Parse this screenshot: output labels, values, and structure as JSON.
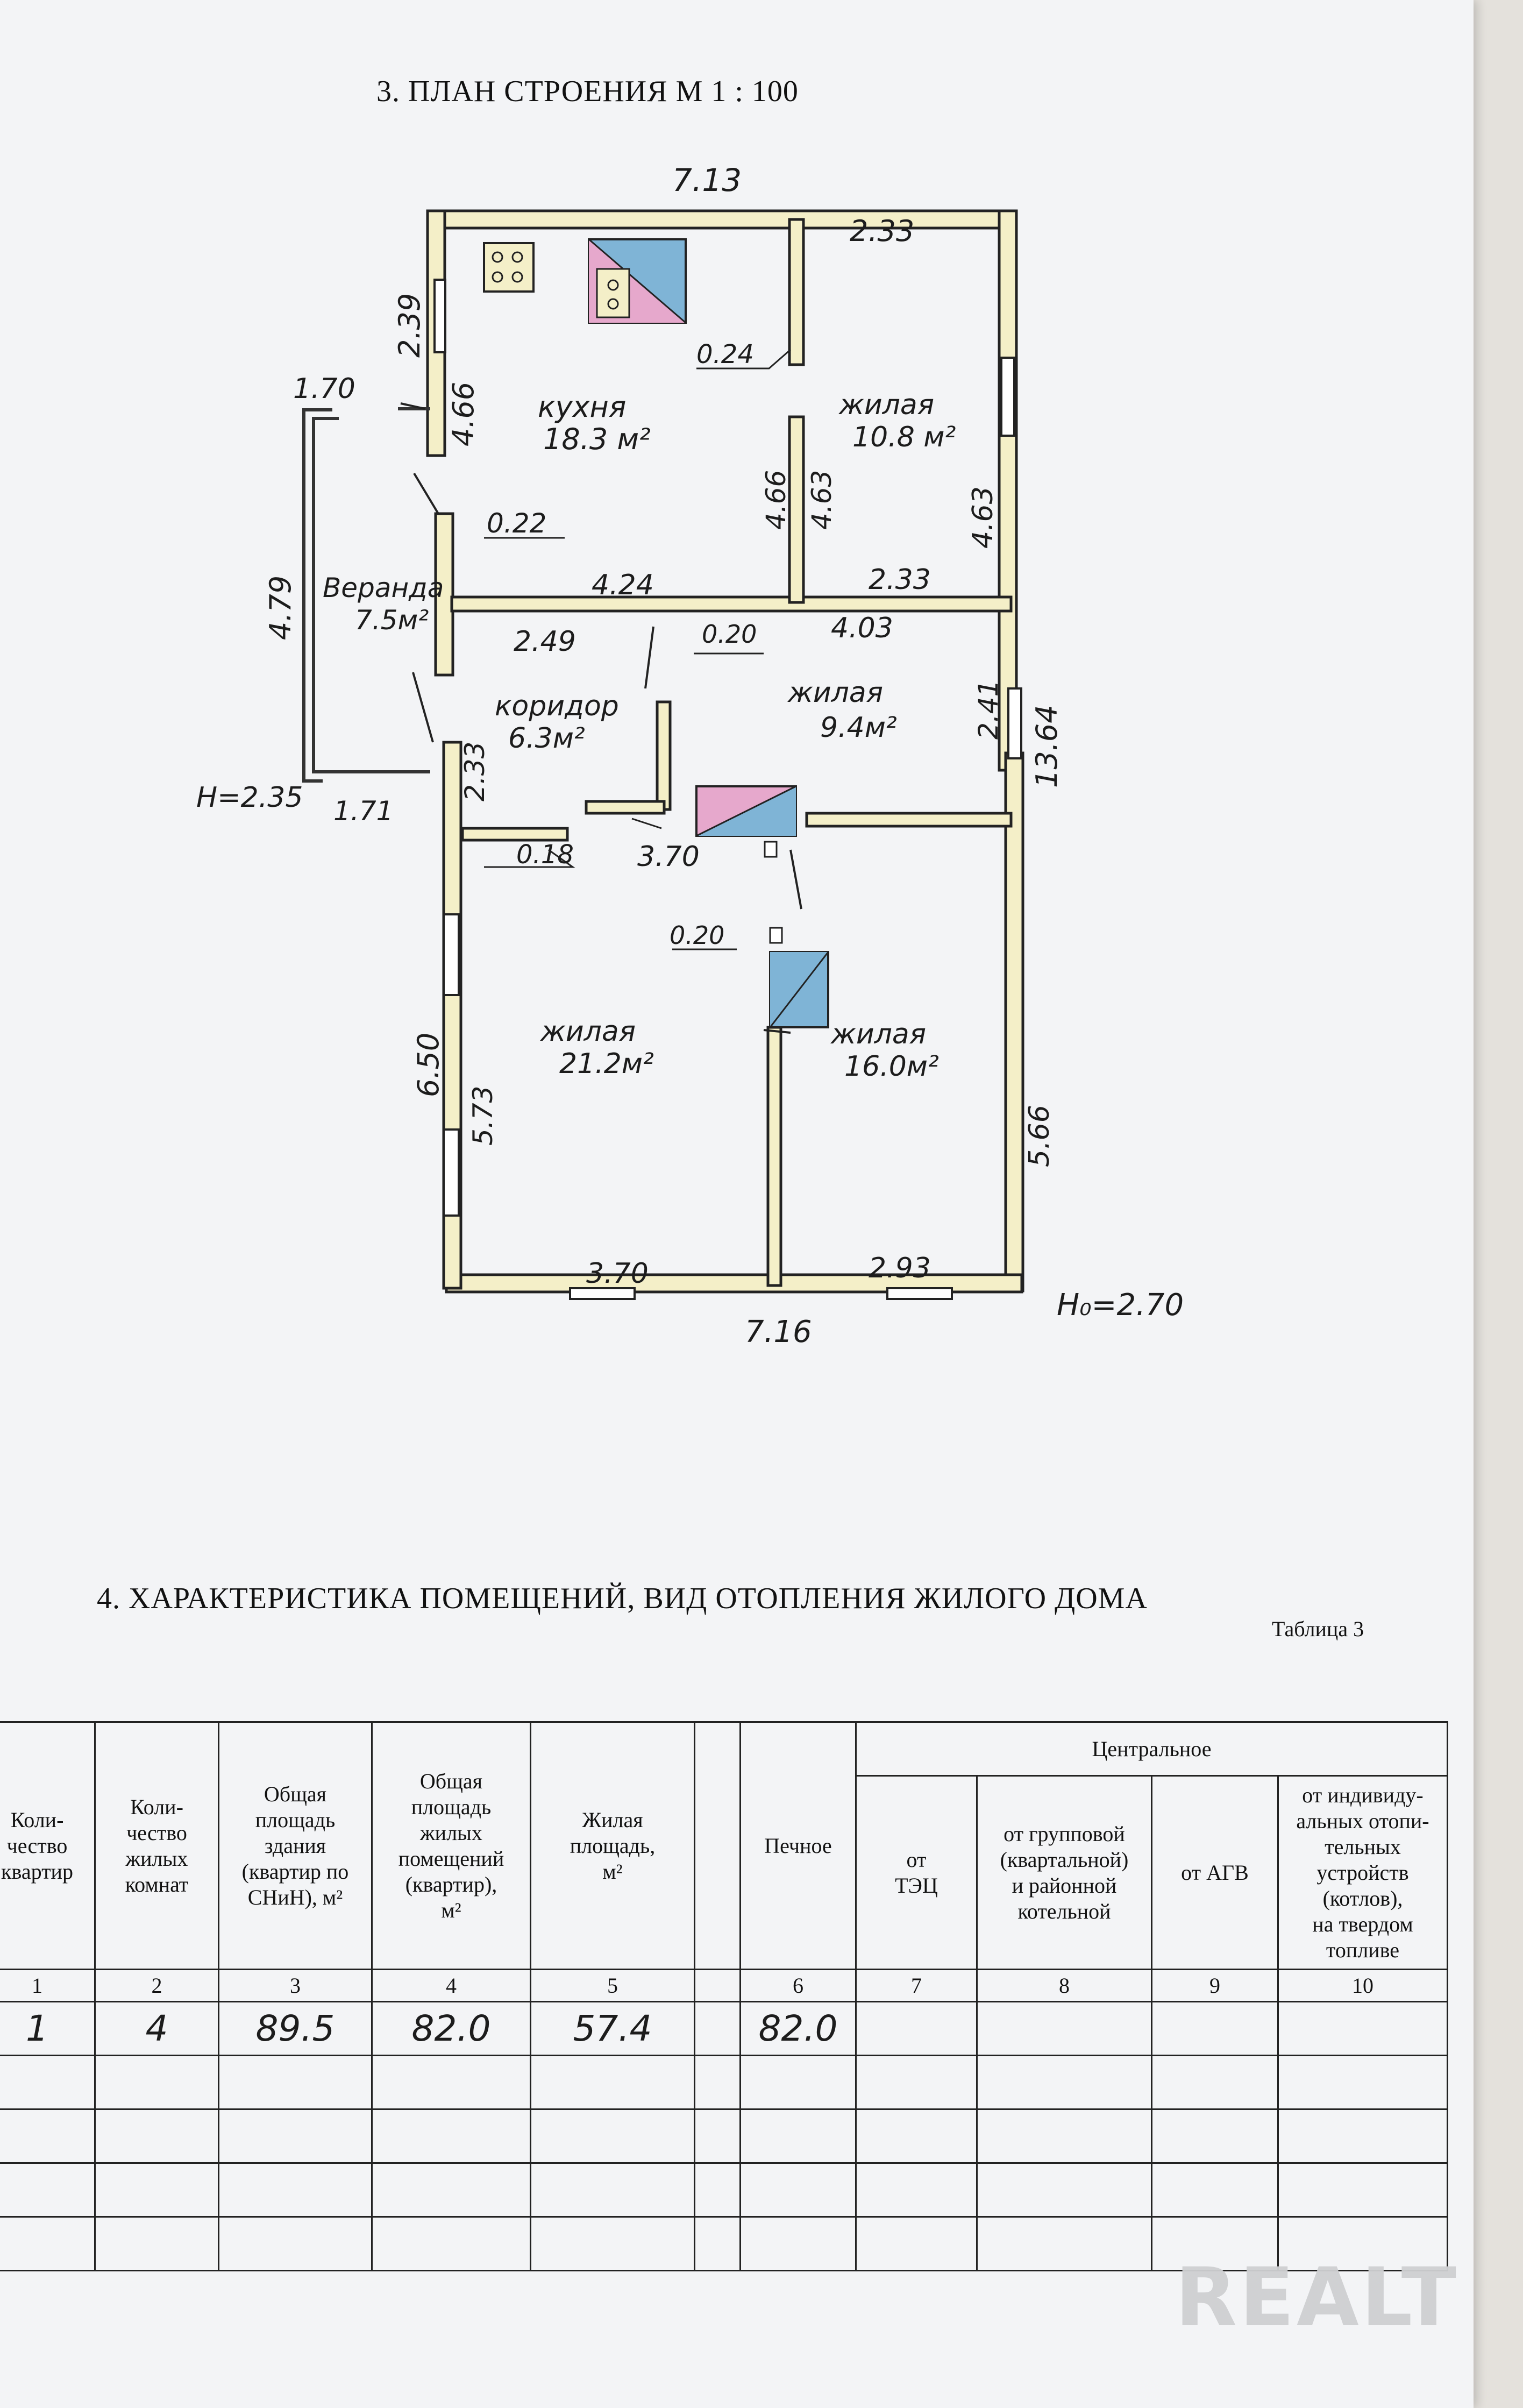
{
  "plan": {
    "title": "3. ПЛАН СТРОЕНИЯ М 1 : 100",
    "rooms": {
      "kitchen": {
        "name": "кухня",
        "area": "18.3 м²"
      },
      "living1": {
        "name": "жилая",
        "area": "10.8 м²"
      },
      "veranda": {
        "name": "Веранда",
        "area": "7.5м²"
      },
      "corridor": {
        "name": "коридор",
        "area": "6.3м²"
      },
      "living2": {
        "name": "жилая",
        "area": "9.4м²"
      },
      "living3": {
        "name": "жилая",
        "area": "21.2м²"
      },
      "living4": {
        "name": "жилая",
        "area": "16.0м²"
      }
    },
    "dims": {
      "top_total": "7.13",
      "top_right": "2.33",
      "left_upper": "2.39",
      "left_kitchen": "4.66",
      "veranda_top": "1.70",
      "stove_gap": "0.24",
      "partition_mid": "4.66",
      "living1_inner": "4.63",
      "right_upper": "4.63",
      "wall_022": "0.22",
      "veranda_height": "4.79",
      "mid_left": "4.24",
      "mid_right": "2.33",
      "corr_width": "2.49",
      "gap_020a": "0.20",
      "living2_width": "4.03",
      "right_mid": "2.41",
      "right_total": "13.64",
      "corr_height": "2.33",
      "h_veranda": "H=2.35",
      "veranda_bottom": "1.71",
      "gap_018": "0.18",
      "wall_370": "3.70",
      "gap_020b": "0.20",
      "left_lower": "6.50",
      "living3_inner": "5.73",
      "right_lower": "5.66",
      "bottom_left": "3.70",
      "bottom_right": "2.93",
      "bottom_total": "7.16",
      "h_main": "H₀=2.70"
    }
  },
  "section4": {
    "title": "4.  ХАРАКТЕРИСТИКА ПОМЕЩЕНИЙ, ВИД ОТОПЛЕНИЯ ЖИЛОГО ДОМА",
    "table_label": "Таблица 3",
    "headers": {
      "c1": "Коли-\nчество\nквартир",
      "c2": "Коли-\nчество\nжилых\nкомнат",
      "c3": "Общая\nплощадь\nздания\n(квартир по\nСНиН), м²",
      "c4": "Общая\nплощадь\nжилых\nпомещений\n(квартир),\nм²",
      "c5": "Жилая\nплощадь,\nм²",
      "c6": "Печное",
      "central": "Центральное",
      "c7": "от\nТЭЦ",
      "c8": "от групповой\n(квартальной)\nи районной\nкотельной",
      "c9": "от АГВ",
      "c10": "от индивиду-\nальных отопи-\nтельных\nустройств\n(котлов),\nна твердом\nтопливе"
    },
    "column_numbers": [
      "1",
      "2",
      "3",
      "4",
      "5",
      "6",
      "7",
      "8",
      "9",
      "10"
    ],
    "row1": [
      "1",
      "4",
      "89.5",
      "82.0",
      "57.4",
      "82.0",
      "",
      "",
      "",
      ""
    ]
  },
  "watermark": "REALT"
}
